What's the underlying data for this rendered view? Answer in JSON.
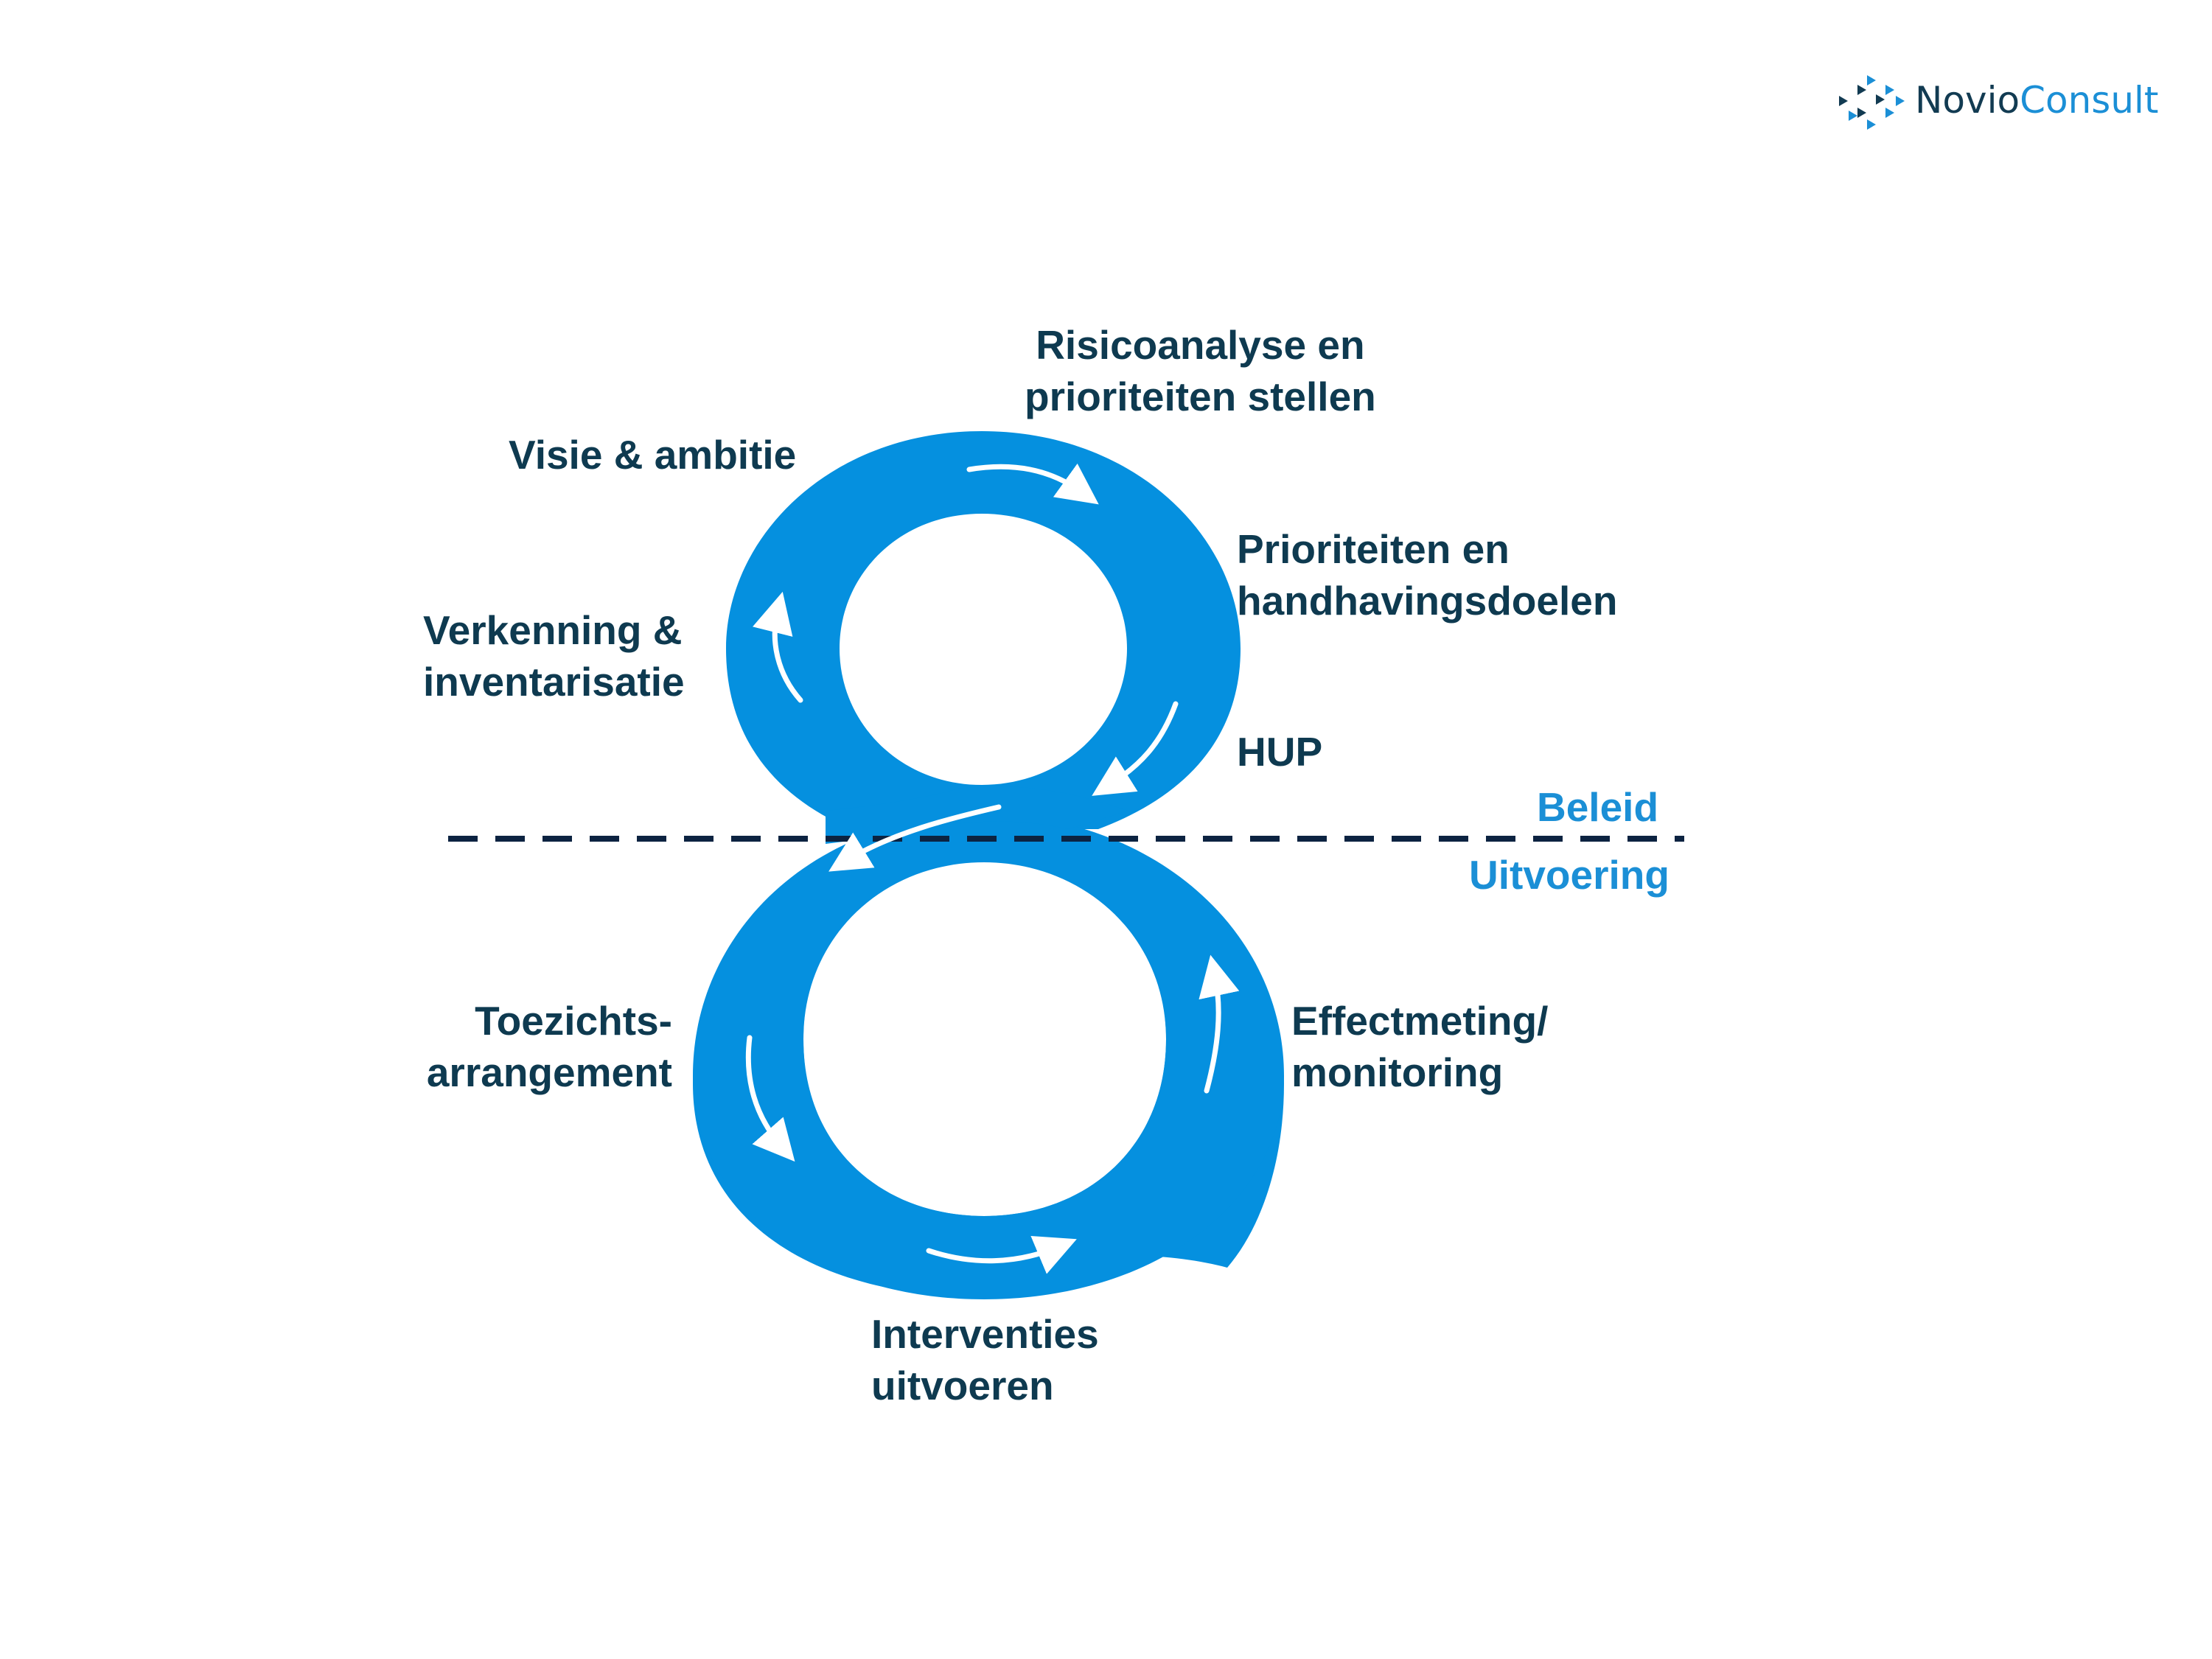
{
  "logo": {
    "name_part1": "Novio",
    "name_part2": "Consult",
    "icon": "network-arrows-icon",
    "colors": {
      "dark": "#123b52",
      "accent": "#1b8fd6"
    }
  },
  "colors": {
    "ring": "#0590df",
    "arrows": "#ffffff",
    "text": "#0e3a50",
    "phase_text": "#1b8fd6",
    "divider": "#0c2341"
  },
  "steps": {
    "visie": {
      "lines": [
        "Visie & ambitie"
      ]
    },
    "risico": {
      "lines": [
        "Risicoanalyse en",
        "prioriteiten stellen"
      ]
    },
    "prioriteiten": {
      "lines": [
        "Prioriteiten en",
        "handhavingsdoelen"
      ]
    },
    "verkenning": {
      "lines": [
        "Verkenning &",
        "inventarisatie"
      ]
    },
    "hup": {
      "lines": [
        "HUP"
      ]
    },
    "toezicht": {
      "lines": [
        "Toezichts-",
        "arrangement"
      ]
    },
    "effect": {
      "lines": [
        "Effectmeting/",
        "monitoring"
      ]
    },
    "interventies": {
      "lines": [
        "Interventies",
        "uitvoeren"
      ]
    }
  },
  "phases": {
    "top": "Beleid",
    "bottom": "Uitvoering"
  }
}
